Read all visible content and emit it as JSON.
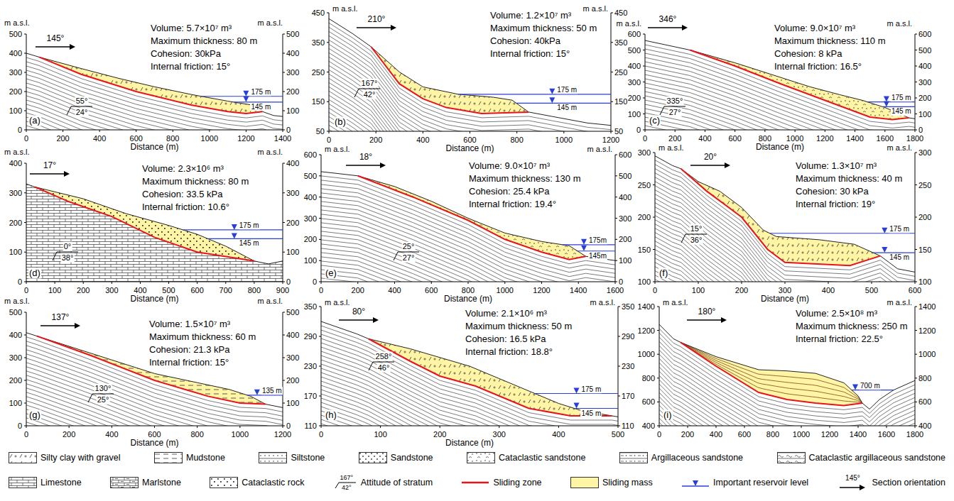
{
  "diagram": {
    "labels": [
      "m a.s.l.",
      "500",
      "400",
      "300",
      "200",
      "100",
      "0",
      "m a.s.l.",
      "500",
      "400",
      "300",
      "200",
      "100",
      "0",
      "0",
      "200",
      "400",
      "600",
      "800",
      "1000",
      "1200",
      "1400",
      "Distance (m)",
      "145°",
      "Volume: 5.7×10⁷ m³",
      "Maximum thickness: 80 m",
      "Cohesion: 30kPa",
      "Internal friction: 15°",
      "55°",
      "24°",
      "175 m",
      "145 m",
      "(a)",
      "m a.s.l.",
      "450",
      "350",
      "250",
      "150",
      "50",
      "m a.s.l.",
      "450",
      "350",
      "250",
      "150",
      "50",
      "0",
      "200",
      "400",
      "600",
      "800",
      "1000",
      "1200",
      "Distance (m)",
      "210°",
      "Volume: 1.2×10⁷ m³",
      "Maximum thickness: 50 m",
      "Cohesion: 40kPa",
      "Internal friction: 15°",
      "167°",
      "42°",
      "175 m",
      "145 m",
      "(b)",
      "m a.s.l.",
      "600",
      "500",
      "400",
      "300",
      "200",
      "100",
      "0",
      "m a.s.l.",
      "600",
      "500",
      "400",
      "300",
      "200",
      "100",
      "0",
      "0",
      "200",
      "400",
      "600",
      "800",
      "1000",
      "1200",
      "1400",
      "1600",
      "1800",
      "Distance (m)",
      "346°",
      "Volume: 9.0×10⁷ m³",
      "Maximum thickness: 110 m",
      "Cohesion: 8 kPa",
      "Internal friction: 16.5°",
      "335°",
      "27°",
      "175 m",
      "145 m",
      "(c)",
      "m a.s.l.",
      "400",
      "300",
      "200",
      "100",
      "0",
      "m a.s.l.",
      "400",
      "300",
      "200",
      "100",
      "0",
      "0",
      "100",
      "200",
      "300",
      "400",
      "500",
      "600",
      "700",
      "800",
      "900",
      "Distance (m)",
      "17°",
      "Volume: 2.3×10⁶ m³",
      "Maximum thickness: 80 m",
      "Cohesion: 33.5 kPa",
      "Internal friction: 10.6°",
      "0°",
      "38°",
      "175 m",
      "145 m",
      "(d)",
      "m a.s.l.",
      "600",
      "500",
      "400",
      "300",
      "200",
      "100",
      "0",
      "m a.s.l.",
      "600",
      "500",
      "400",
      "300",
      "200",
      "100",
      "0",
      "0",
      "200",
      "400",
      "600",
      "800",
      "1000",
      "1200",
      "1400",
      "1600",
      "Distance (m)",
      "18°",
      "Volume: 9.0×10⁷ m³",
      "Maximum thickness: 130 m",
      "Cohesion: 25.4 kPa",
      "Internal friction: 19.4°",
      "25°",
      "27°",
      "175m",
      "145m",
      "(e)",
      "m a.s.l.",
      "300",
      "250",
      "200",
      "150",
      "100",
      "m a.s.l.",
      "300",
      "250",
      "200",
      "150",
      "100",
      "0",
      "100",
      "200",
      "300",
      "400",
      "500",
      "600",
      "Distance (m)",
      "20°",
      "Volume: 1.3×10⁷ m³",
      "Maximum thickness: 40 m",
      "Cohesion: 30 kPa",
      "Internal friction: 19°",
      "15°",
      "36°",
      "175 m",
      "145 m",
      "(f)",
      "m a.s.l.",
      "500",
      "400",
      "300",
      "200",
      "100",
      "0",
      "m a.s.l.",
      "500",
      "400",
      "300",
      "200",
      "100",
      "0",
      "0",
      "200",
      "400",
      "600",
      "800",
      "1000",
      "1200",
      "Distance (m)",
      "137°",
      "Volume: 1.5×10⁷ m³",
      "Maximum thickness: 60 m",
      "Cohesion: 21.3 kPa",
      "Internal friction: 15°",
      "130°",
      "25°",
      "135 m",
      "(g)",
      "m a.s.l.",
      "350",
      "290",
      "230",
      "170",
      "110",
      "m a.s.l.",
      "350",
      "290",
      "230",
      "170",
      "110",
      "0",
      "100",
      "200",
      "300",
      "400",
      "500",
      "Distance (m)",
      "80°",
      "Volume: 2.1×10⁶ m³",
      "Maximum thickness: 50 m",
      "Cohesion: 16.5 kPa",
      "Internal friction: 18.8°",
      "258°",
      "46°",
      "175 m",
      "145 m",
      "(h)",
      "m a.s.l.",
      "1400",
      "1200",
      "1000",
      "800",
      "600",
      "400",
      "m a.s.l.",
      "1400",
      "1200",
      "1000",
      "800",
      "600",
      "400",
      "0",
      "200",
      "400",
      "600",
      "800",
      "1000",
      "1200",
      "1400",
      "1600",
      "1800",
      "180°",
      "Volume: 2.5×10⁸ m³",
      "Maximum thickness: 250 m",
      "Internal friction: 22.5°",
      "700 m",
      "(i)",
      "167°",
      "42°",
      "145°"
    ],
    "legend": [
      {
        "text": "Silty clay with gravel"
      },
      {
        "text": "Mudstone"
      },
      {
        "text": "Siltstone"
      },
      {
        "text": "Sandstone"
      },
      {
        "text": "Cataclastic sandstone"
      },
      {
        "text": "Argillaceous sandstone"
      },
      {
        "text": "Cataclastic argillaceous sandstone"
      },
      {
        "text": "Limestone"
      },
      {
        "text": "Marlstone"
      },
      {
        "text": "Cataclastic rock"
      },
      {
        "text": "Attitude of stratum"
      },
      {
        "text": "Sliding zone"
      },
      {
        "text": "Sliding mass",
        "color": "#fff5a5"
      },
      {
        "text": "Important reservoir level"
      },
      {
        "text": "Section orientation"
      }
    ]
  }
}
